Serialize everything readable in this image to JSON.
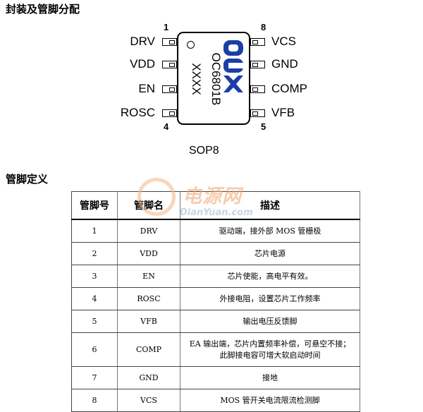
{
  "section1_title": "封装及管脚分配",
  "section2_title": "管脚定义",
  "package": {
    "part_number": "OC6801B",
    "date_code": "XXXX",
    "logo_text": "OCX",
    "package_name": "SOP8",
    "corner_numbers": {
      "pin1": "1",
      "pin8": "8",
      "pin4": "4",
      "pin5": "5"
    },
    "left_pins": [
      "DRV",
      "VDD",
      "EN",
      "ROSC"
    ],
    "right_pins": [
      "VCS",
      "GND",
      "COMP",
      "VFB"
    ]
  },
  "watermark": {
    "cn": "电源网",
    "url": "DianYuan.com"
  },
  "table": {
    "headers": [
      "管脚号",
      "管脚名",
      "描述"
    ],
    "rows": [
      {
        "num": "1",
        "name": "DRV",
        "desc": "驱动端，接外部 MOS 管栅极"
      },
      {
        "num": "2",
        "name": "VDD",
        "desc": "芯片电源"
      },
      {
        "num": "3",
        "name": "EN",
        "desc": "芯片使能，高电平有效。"
      },
      {
        "num": "4",
        "name": "ROSC",
        "desc": "外接电阻，设置芯片工作频率"
      },
      {
        "num": "5",
        "name": "VFB",
        "desc": "输出电压反馈脚"
      },
      {
        "num": "6",
        "name": "COMP",
        "desc": "EA 输出端，芯片内置频率补偿，可悬空不接；",
        "desc2": "此脚接电容可增大软启动时间"
      },
      {
        "num": "7",
        "name": "GND",
        "desc": "接地"
      },
      {
        "num": "8",
        "name": "VCS",
        "desc": "MOS 管开关电流限流检测脚"
      }
    ]
  }
}
